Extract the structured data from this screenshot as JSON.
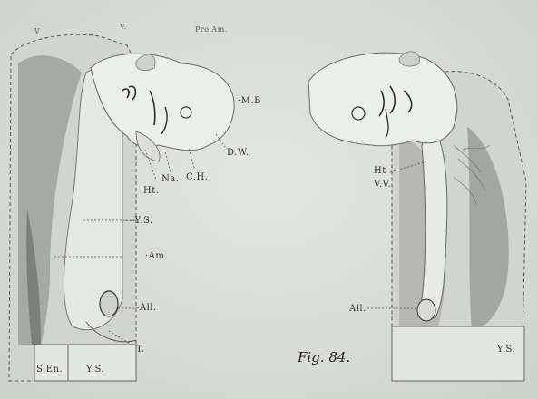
{
  "figure": {
    "caption": "Fig. 84.",
    "top_labels": [
      "V",
      "V.",
      "Pro.Am."
    ],
    "left_embryo_labels": {
      "mb": "·M.B",
      "dw": "D.W.",
      "ch": "C.H.",
      "na": "Na.",
      "ht": "Ht.",
      "ys": "---Y.S.",
      "am": "·Am.",
      "all": "-All.",
      "t": "T.",
      "sen": "S.En.",
      "ys_bottom": "Y.S."
    },
    "right_embryo_labels": {
      "ht": "Ht",
      "vv": "V.V.",
      "all": "All.",
      "ys": "Y.S."
    }
  }
}
